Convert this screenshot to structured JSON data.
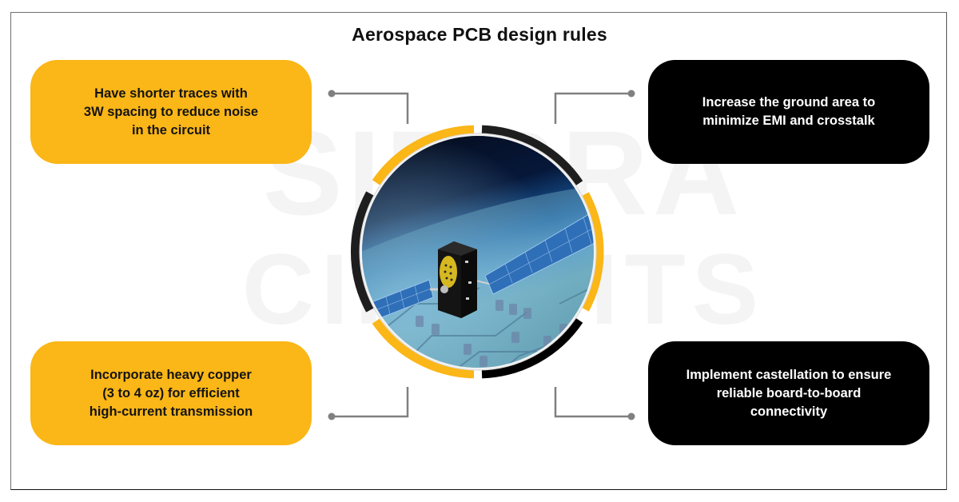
{
  "title": "Aerospace PCB design rules",
  "watermark": {
    "line1": "SIERRA",
    "line2": "CIRCUITS",
    "color": "#f3f3f3"
  },
  "colors": {
    "accent_yellow": "#fbb617",
    "dark": "#000000",
    "ring_dark": "#1e1e1e",
    "connector": "#7f7f7f",
    "frame": "#6e6e6e"
  },
  "center_image": {
    "description": "Satellite with solar panels orbiting above Earth, over a PCB circuit board background",
    "icon": "satellite-pcb-image"
  },
  "rules": [
    {
      "position": "top-left",
      "style": "yellow",
      "text": "Have shorter traces with\n3W spacing to reduce noise\nin the circuit"
    },
    {
      "position": "top-right",
      "style": "black",
      "text": "Increase the ground area to\nminimize EMI and crosstalk"
    },
    {
      "position": "bottom-left",
      "style": "yellow",
      "text": "Incorporate heavy copper\n(3 to 4 oz) for efficient\nhigh-current transmission"
    },
    {
      "position": "bottom-right",
      "style": "black",
      "text": "Implement castellation to ensure\nreliable board-to-board\nconnectivity"
    }
  ]
}
